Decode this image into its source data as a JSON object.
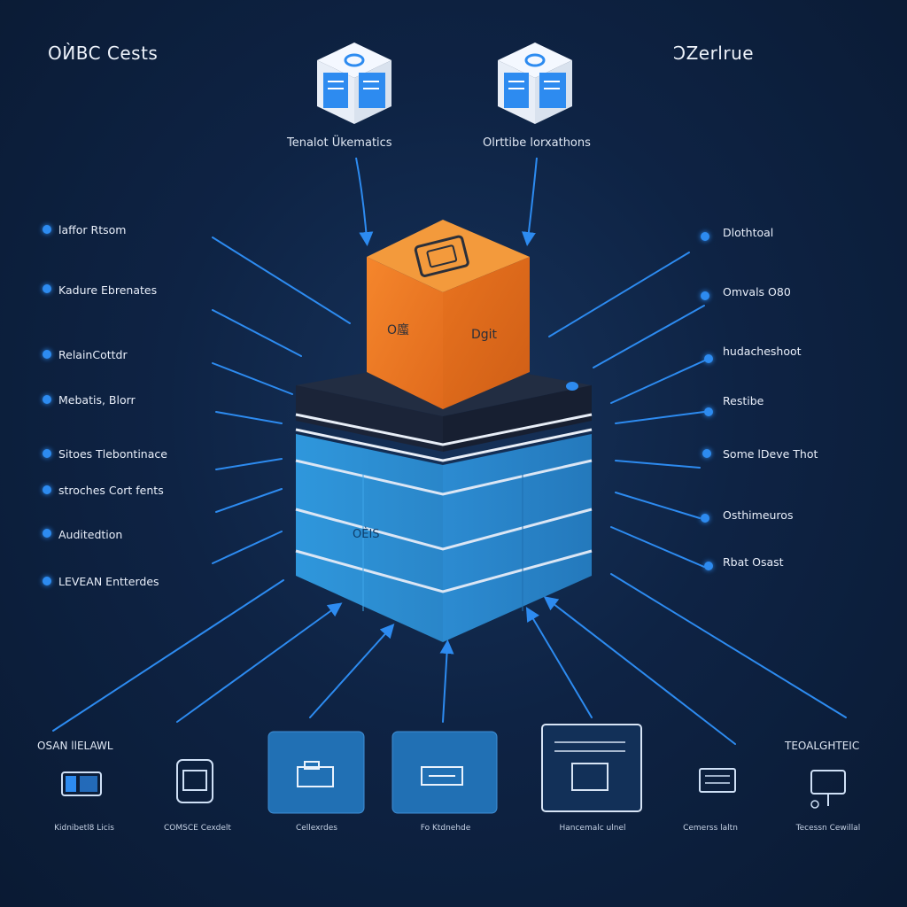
{
  "header": {
    "left_title": "OЍBC Cests",
    "right_title": "ƆZerlrue"
  },
  "top_cubes": {
    "left_label": "Tenalot Ükematics",
    "right_label": "Olrttibe lorxathons"
  },
  "core": {
    "top_cube_label_left": "O䗪",
    "top_cube_label_right": "Dgit",
    "base_label": "OЀIS"
  },
  "left_items": [
    {
      "label": "laffor Rtsom"
    },
    {
      "label": "Kadure Ebrenates"
    },
    {
      "label": "RelainCottdr"
    },
    {
      "label": "Mebatis, Blorr"
    },
    {
      "label": "Sitoes Tlebontinace"
    },
    {
      "label": "stroches Cort fents"
    },
    {
      "label": "Auditedtion"
    },
    {
      "label": "LЕVEAN Entterdes"
    }
  ],
  "right_items": [
    {
      "label": "Dlothtoal"
    },
    {
      "label": "Omvals O80"
    },
    {
      "label": "hudacheshoot"
    },
    {
      "label": "Restibe"
    },
    {
      "label": "Some lDeve Thot"
    },
    {
      "label": "Osthimeuros"
    },
    {
      "label": "Rbat Osast"
    }
  ],
  "bottom": {
    "left_title": "OSAN llELAWL",
    "right_title": "TEOALGHTEIC",
    "captions": [
      "Kidnibetl8 Licis",
      "COMSCE Cexdelt",
      "Cellexrdes",
      "Fo Ktdnehde",
      "Hancemalc ulnel",
      "Cemerss laltn",
      "Tecessn Cewillal"
    ]
  },
  "colors": {
    "background": "#0e2344",
    "accent_blue": "#2d8bf0",
    "orange": "#f07a24",
    "base_blue": "#2e93d6",
    "dark": "#1e2a40"
  }
}
